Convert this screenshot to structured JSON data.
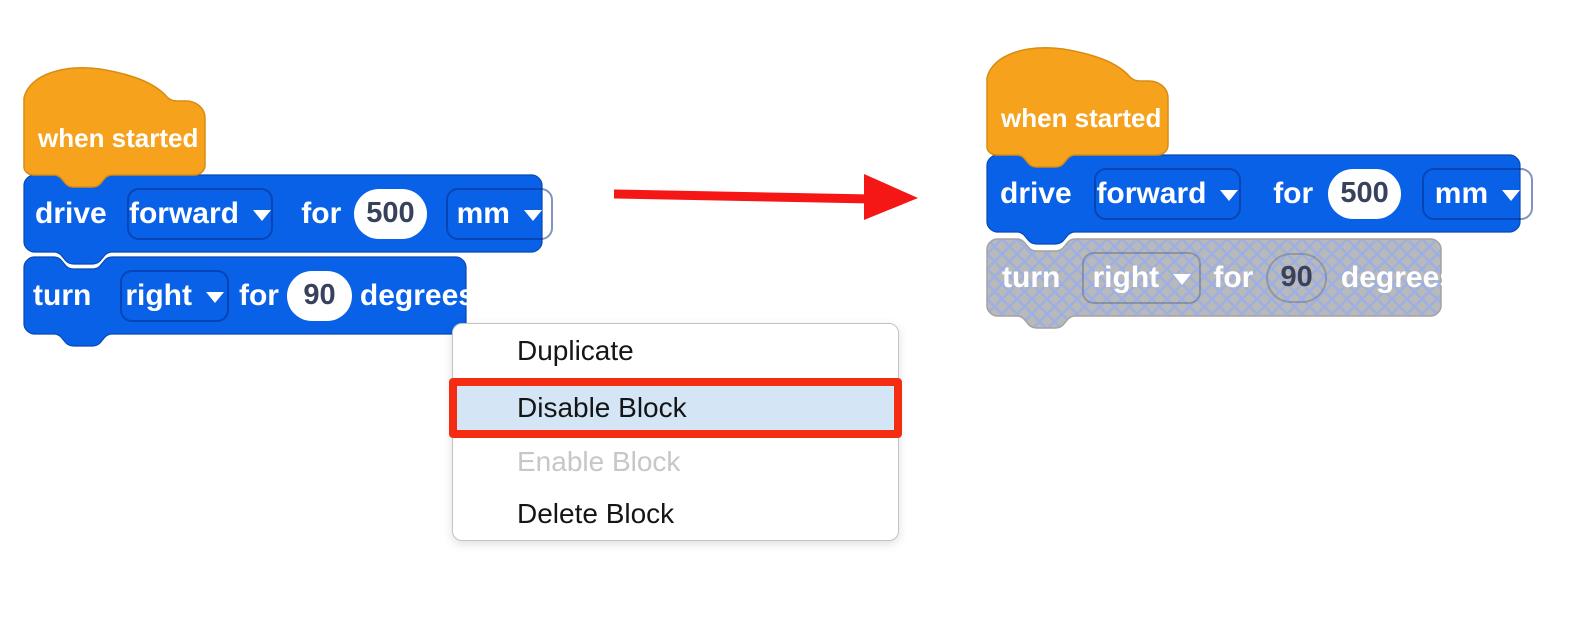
{
  "left_stack": {
    "hat": {
      "label": "when started"
    },
    "drive": {
      "verb": "drive",
      "direction": "forward",
      "preposition": "for",
      "value": "500",
      "unit": "mm"
    },
    "turn": {
      "verb": "turn",
      "direction": "right",
      "preposition": "for",
      "value": "90",
      "unit": "degrees"
    }
  },
  "right_stack": {
    "hat": {
      "label": "when started"
    },
    "drive": {
      "verb": "drive",
      "direction": "forward",
      "preposition": "for",
      "value": "500",
      "unit": "mm"
    },
    "turn": {
      "verb": "turn",
      "direction": "right",
      "preposition": "for",
      "value": "90",
      "unit": "degrees",
      "state": "disabled"
    }
  },
  "context_menu": {
    "items": [
      {
        "label": "Duplicate",
        "state": "normal"
      },
      {
        "label": "Disable Block",
        "state": "selected"
      },
      {
        "label": "Enable Block",
        "state": "disabled"
      },
      {
        "label": "Delete Block",
        "state": "normal"
      }
    ]
  },
  "colors": {
    "block_blue": "#0961e8",
    "block_blue_stroke": "#0848b4",
    "hat_orange": "#f6a21d",
    "hat_orange_stroke": "#d98c12",
    "disabled_gray": "#b9b9b9",
    "disabled_hatch": "#9db0e4",
    "value_text": "#39425c",
    "menu_highlight_bg": "#d4e5f5",
    "menu_highlight_border": "#f42d12",
    "menu_disabled_text": "#c7c7c7",
    "arrow_red": "#f51616"
  }
}
